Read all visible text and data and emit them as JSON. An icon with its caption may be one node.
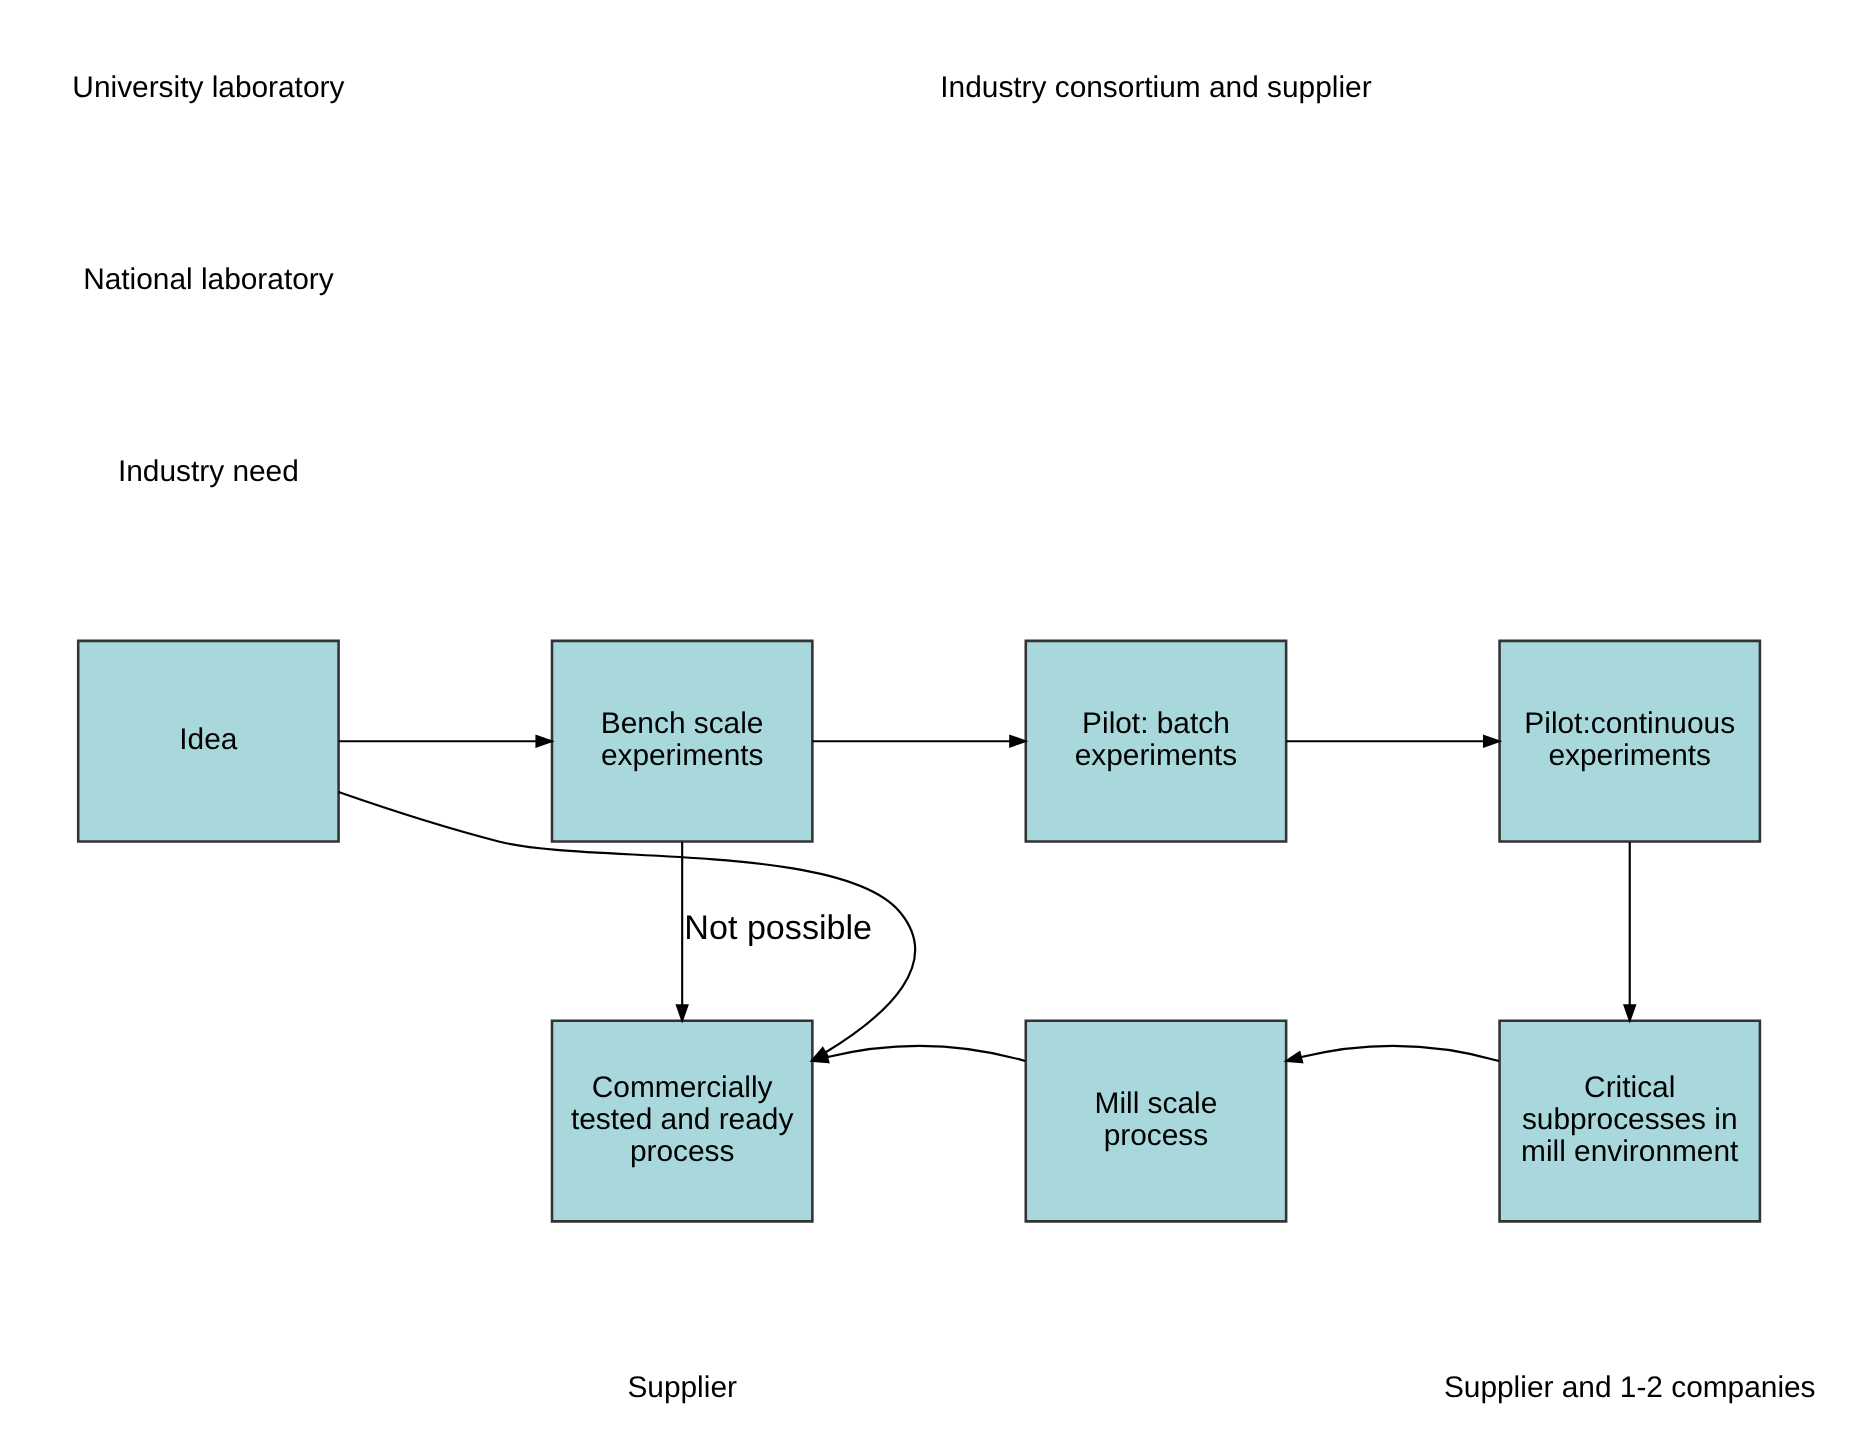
{
  "diagram": {
    "nodes": [
      {
        "text": [
          "Idea"
        ]
      },
      {
        "text": [
          "Bench scale experiments"
        ]
      },
      {
        "text": [
          "Pilot: batch experiments"
        ]
      },
      {
        "text": [
          "Pilot:continuous experiments"
        ]
      },
      {
        "text": [
          "Critical subprocesses in mill environment"
        ]
      },
      {
        "text": [
          "Mill scale process"
        ]
      },
      {
        "text": [
          "Commercially tested and ready process"
        ]
      }
    ],
    "edges": [
      {
        "from": 0,
        "to": 1,
        "arrow": "to"
      },
      {
        "from": 1,
        "to": 2,
        "arrow": "to"
      },
      {
        "from": 2,
        "to": 3,
        "arrow": "to"
      },
      {
        "from": 3,
        "to": 4,
        "arrow": "to"
      },
      {
        "from": 4,
        "to": 5,
        "arrow": "to"
      },
      {
        "from": 5,
        "to": 6,
        "arrow": "to"
      },
      {
        "from": 0,
        "to": 6,
        "arrow": "to"
      },
      {
        "from": 1,
        "to": 6,
        "arrow": "to",
        "label": "Not possible"
      }
    ],
    "labels": [
      "University laboratory",
      "National laboratory",
      "Industry need",
      "Industry consortium and supplier",
      "Supplier",
      "Supplier and 1-2 companies"
    ]
  }
}
